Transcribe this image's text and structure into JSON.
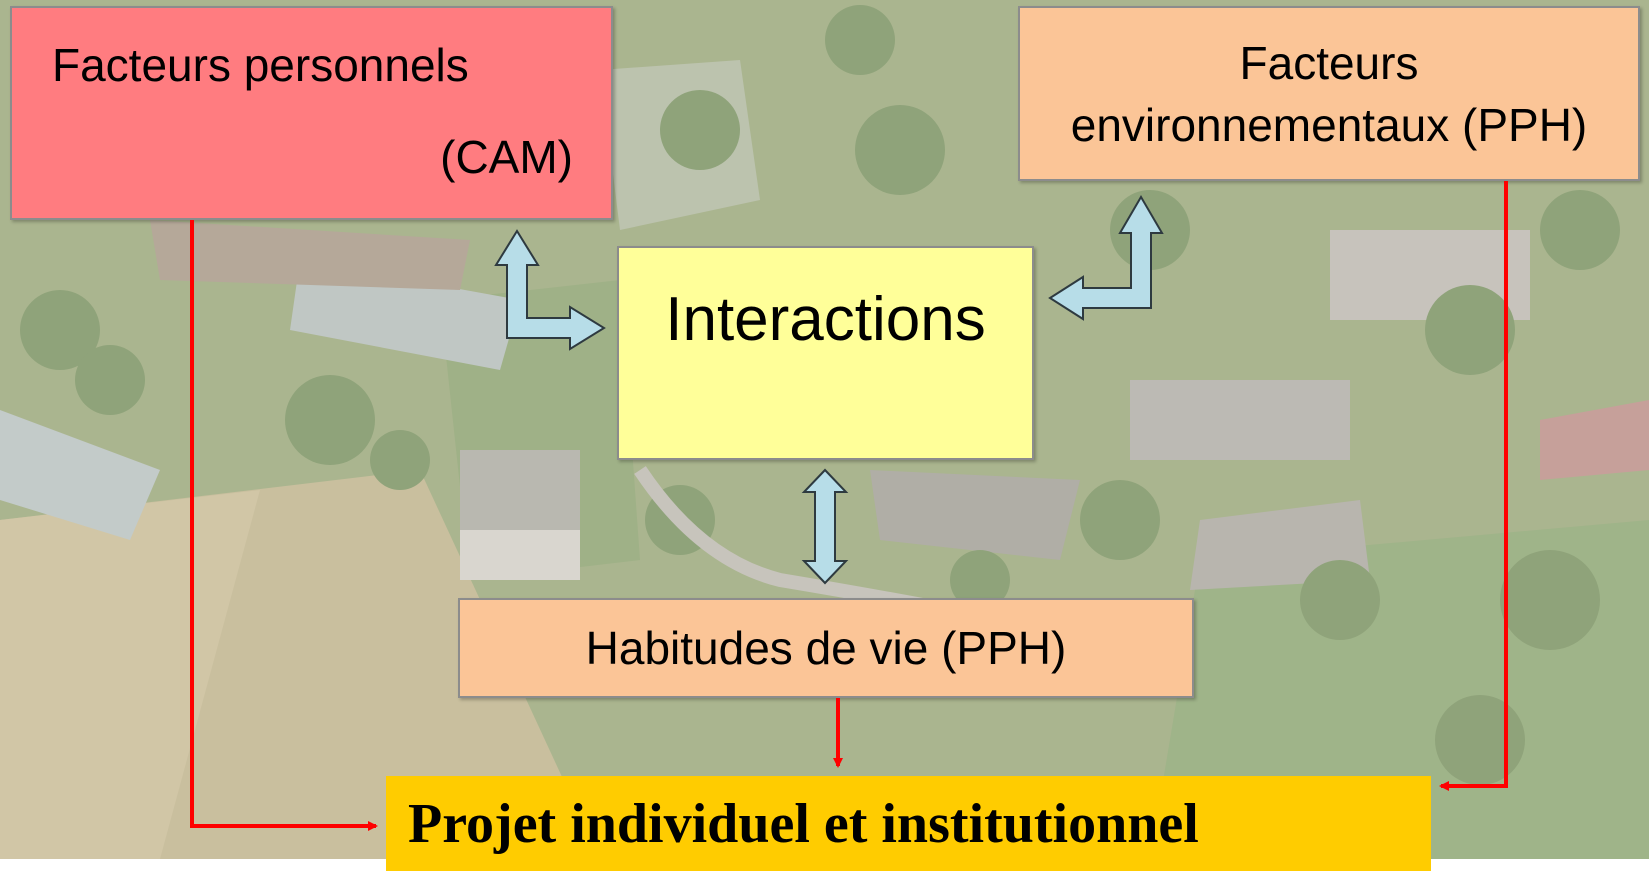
{
  "nodes": {
    "personal": {
      "line1": "Facteurs personnels",
      "line2": "(CAM)"
    },
    "environment": {
      "line1": "Facteurs",
      "line2": "environnementaux (PPH)"
    },
    "interactions": {
      "label": "Interactions"
    },
    "habits": {
      "label": "Habitudes de vie (PPH)"
    },
    "projet": {
      "label": "Projet individuel et institutionnel"
    }
  },
  "colors": {
    "personal_fill": "#ff7c80",
    "environment_fill": "#fbc597",
    "interactions_fill": "#ffff99",
    "habits_fill": "#fbc597",
    "projet_fill": "#ffcc00",
    "connector_red": "#ff0000",
    "bidirectional_arrow_fill": "#b7dde8"
  },
  "edges": [
    {
      "from": "personal",
      "to": "interactions",
      "style": "double-arrow"
    },
    {
      "from": "environment",
      "to": "interactions",
      "style": "double-arrow"
    },
    {
      "from": "interactions",
      "to": "habits",
      "style": "double-arrow"
    },
    {
      "from": "personal",
      "to": "projet",
      "style": "red-arrow"
    },
    {
      "from": "environment",
      "to": "projet",
      "style": "red-arrow"
    },
    {
      "from": "habits",
      "to": "projet",
      "style": "red-arrow"
    }
  ]
}
